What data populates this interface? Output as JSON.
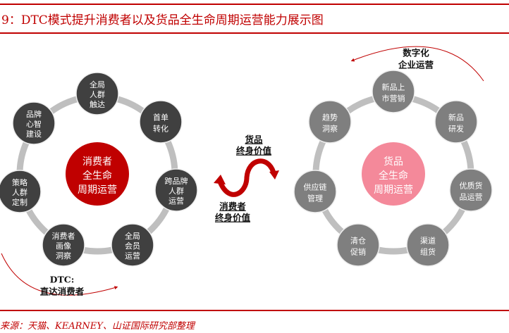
{
  "title": "9：DTC模式提升消费者以及货品全生命周期运营能力展示图",
  "source": "来源：天猫、KEARNEY、山证国际研究部整理",
  "colors": {
    "accent": "#c00000",
    "dark_node": "#404040",
    "gray_node": "#7f7f7f",
    "pink_center": "#f4899a",
    "ring": "#bfbfbf"
  },
  "left": {
    "center": [
      "消费者",
      "全生命",
      "周期运营"
    ],
    "nodes": [
      [
        "全局",
        "人群",
        "触达"
      ],
      [
        "首单",
        "转化"
      ],
      [
        "跨品牌",
        "人群",
        "运营"
      ],
      [
        "全局",
        "会员",
        "运营"
      ],
      [
        "消费者",
        "画像",
        "洞察"
      ],
      [
        "策略",
        "人群",
        "定制"
      ],
      [
        "品牌",
        "心智",
        "建设"
      ]
    ],
    "arc_label": [
      "DTC:",
      "直达消费者"
    ]
  },
  "right": {
    "center": [
      "货品",
      "全生命",
      "周期运营"
    ],
    "nodes": [
      [
        "新品上",
        "市营销"
      ],
      [
        "新品",
        "研发"
      ],
      [
        "优质货",
        "品运营"
      ],
      [
        "渠道",
        "组货"
      ],
      [
        "清仓",
        "促销"
      ],
      [
        "供应链",
        "管理"
      ],
      [
        "趋势",
        "洞察"
      ]
    ],
    "arc_label": [
      "数字化",
      "企业运营"
    ]
  },
  "middle": {
    "top_label": [
      "货品",
      "终身价值"
    ],
    "bottom_label": [
      "消费者",
      "终身价值"
    ]
  }
}
